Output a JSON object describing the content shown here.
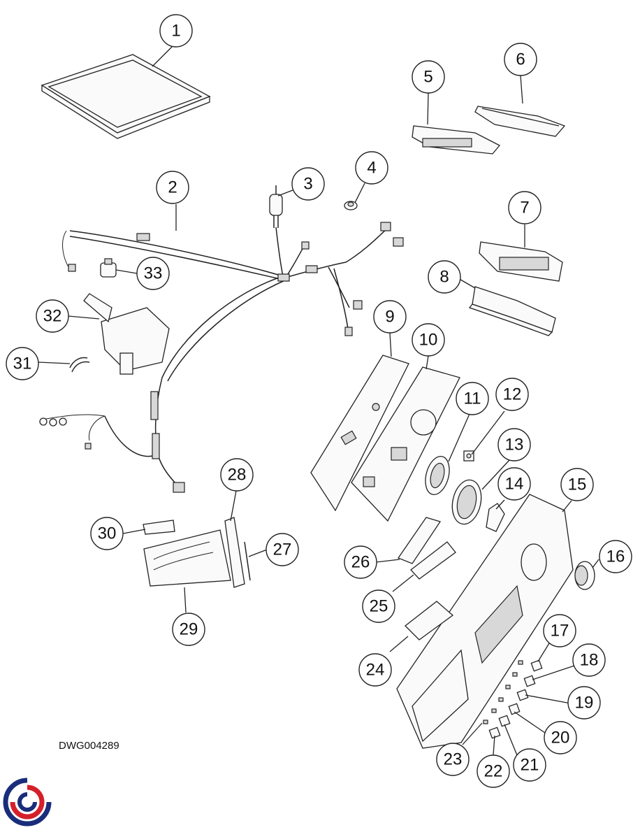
{
  "drawing_code": "DWG004289",
  "callout_numbers": [
    "1",
    "2",
    "3",
    "4",
    "5",
    "6",
    "7",
    "8",
    "9",
    "10",
    "11",
    "12",
    "13",
    "14",
    "15",
    "16",
    "17",
    "18",
    "19",
    "20",
    "21",
    "22",
    "23",
    "24",
    "25",
    "26",
    "27",
    "28",
    "29",
    "30",
    "31",
    "32",
    "33"
  ],
  "logo": {
    "name": "brand-swirl-logo",
    "colors": [
      "#1a2d7a",
      "#d4202a"
    ]
  }
}
